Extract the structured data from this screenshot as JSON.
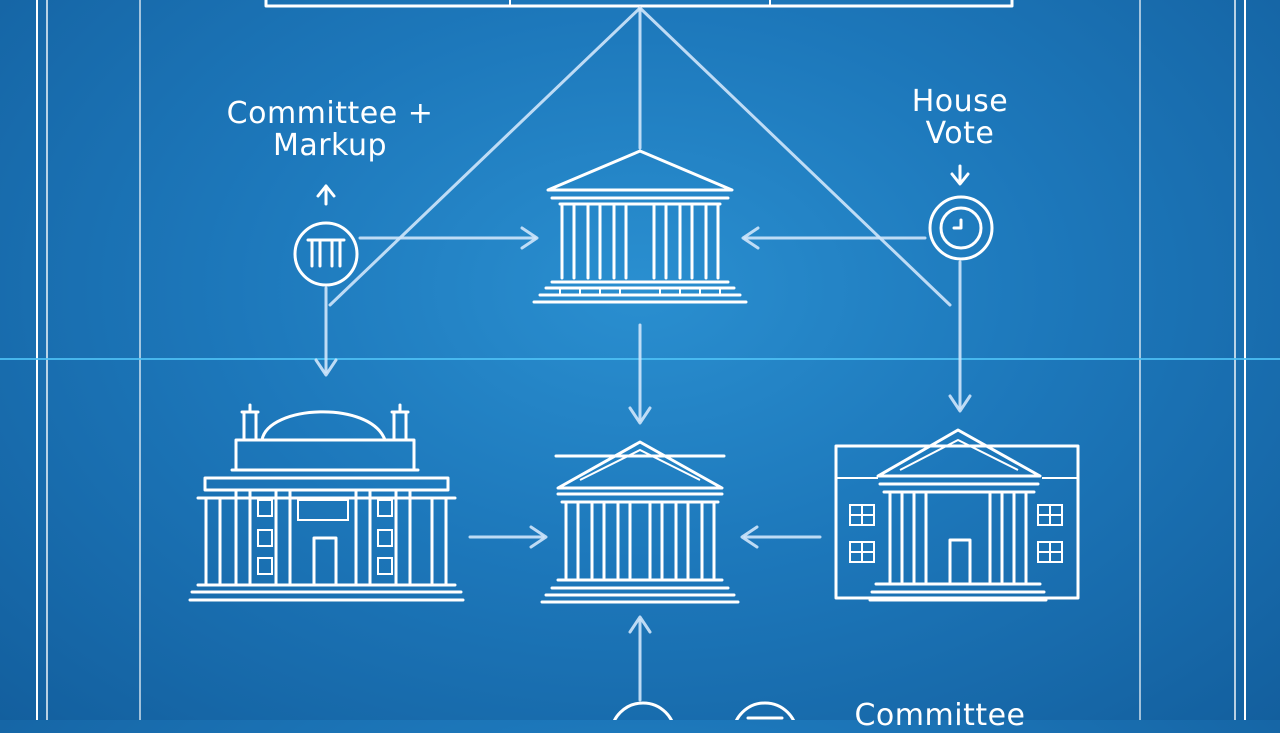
{
  "labels": {
    "committee_markup": [
      "Committee +",
      "Markup"
    ],
    "house_vote": [
      "House",
      "Vote"
    ],
    "bottom_label": "Committee"
  },
  "colors": {
    "background": "#1d78bb",
    "line": "#ffffff",
    "accent_line": "#4fc3f7"
  },
  "icons": {
    "markup_node": "columns-icon",
    "vote_node": "clock-icon",
    "bottom_nodes": [
      "circle-node-icon",
      "document-circle-icon"
    ]
  }
}
